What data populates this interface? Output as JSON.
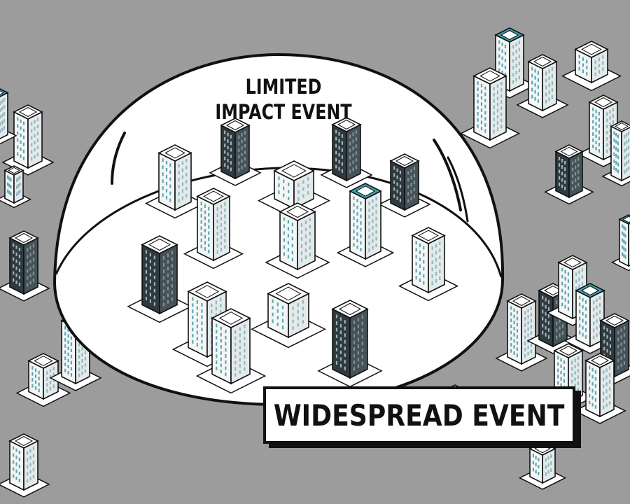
{
  "dome_label": {
    "line1": "LIMITED",
    "line2": "IMPACT EVENT"
  },
  "callout": {
    "label": "WIDESPREAD EVENT"
  },
  "colors": {
    "background": "#9c9c9c",
    "dome_fill": "#ffffff",
    "outline": "#111111",
    "building_light": "#f4f6f6",
    "building_dark": "#2f3a40",
    "window_accent": "#5fa6b4",
    "roof_teal": "#3ba3b3"
  },
  "icons": [
    "office-building-icon",
    "low-rise-building-icon",
    "dark-tower-icon"
  ]
}
